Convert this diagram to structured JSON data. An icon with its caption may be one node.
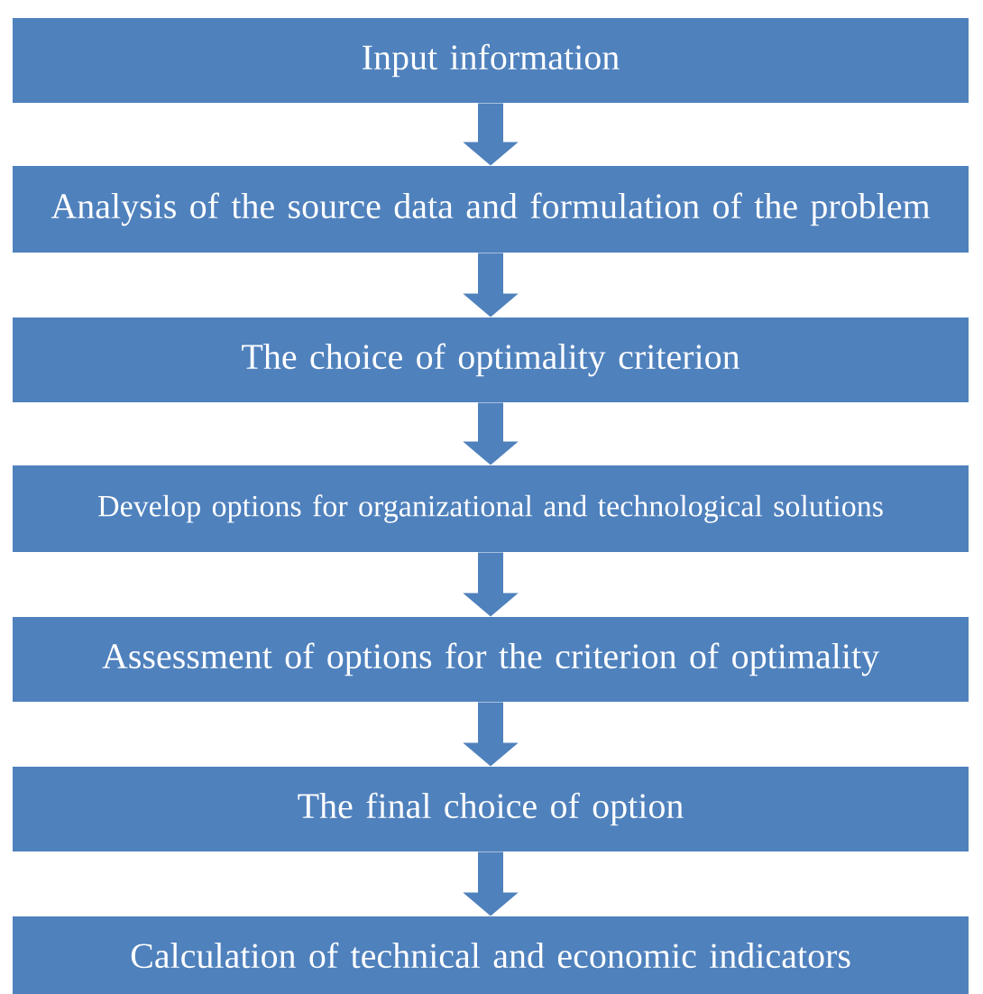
{
  "diagram": {
    "nodes": [
      {
        "text": [
          "Input information"
        ]
      },
      {
        "text": [
          "Analysis of the source data and formulation of the problem"
        ]
      },
      {
        "text": [
          "The choice of optimality criterion"
        ]
      },
      {
        "text": [
          "Develop options for organizational and technological solutions"
        ]
      },
      {
        "text": [
          "Assessment of options for the criterion of optimality"
        ]
      },
      {
        "text": [
          "The final choice of option"
        ]
      },
      {
        "text": [
          "Calculation of technical and economic indicators"
        ]
      }
    ],
    "edges": [
      {
        "from": 0,
        "to": 1,
        "arrow": "to"
      },
      {
        "from": 1,
        "to": 2,
        "arrow": "to"
      },
      {
        "from": 2,
        "to": 3,
        "arrow": "to"
      },
      {
        "from": 3,
        "to": 4,
        "arrow": "to"
      },
      {
        "from": 4,
        "to": 5,
        "arrow": "to"
      },
      {
        "from": 5,
        "to": 6,
        "arrow": "to"
      }
    ]
  }
}
